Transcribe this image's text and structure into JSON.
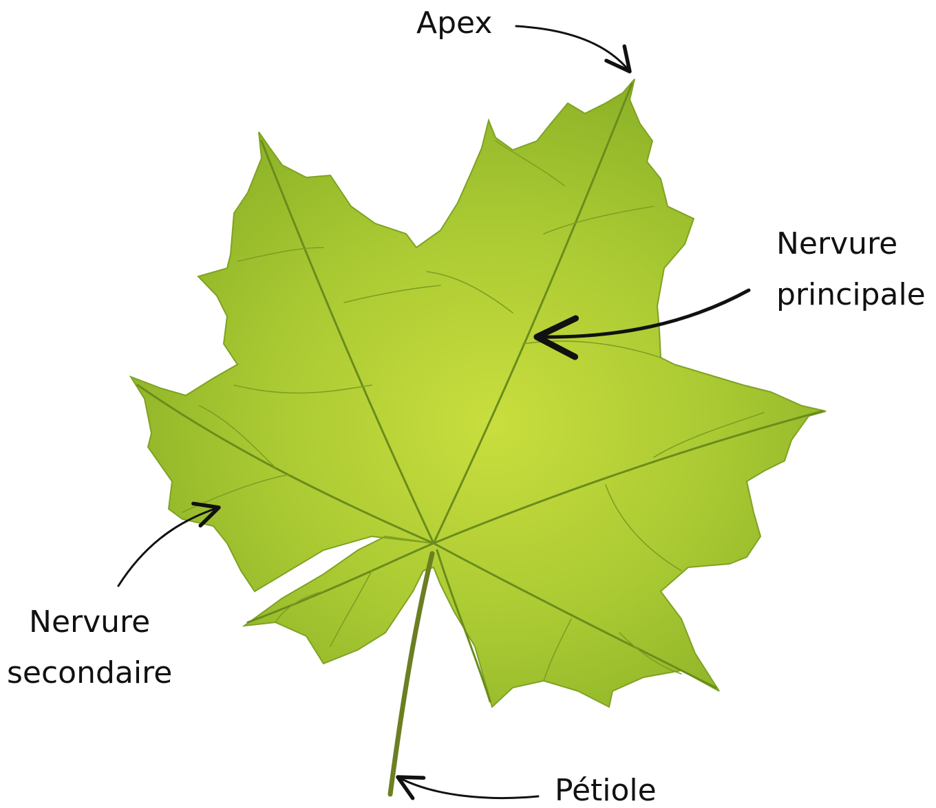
{
  "labels": {
    "apex": "Apex",
    "nervure_principale": [
      "Nervure",
      "principale"
    ],
    "nervure_secondaire": [
      "Nervure",
      "secondaire"
    ],
    "petiole": "Pétiole"
  },
  "colors": {
    "leaf_light": "#c6dc3c",
    "leaf_mid": "#9cc32c",
    "leaf_dark": "#6f9a1e",
    "vein": "#5f7f18",
    "petiole": "#6b7f22",
    "arrow": "#111111",
    "text": "#111111"
  }
}
